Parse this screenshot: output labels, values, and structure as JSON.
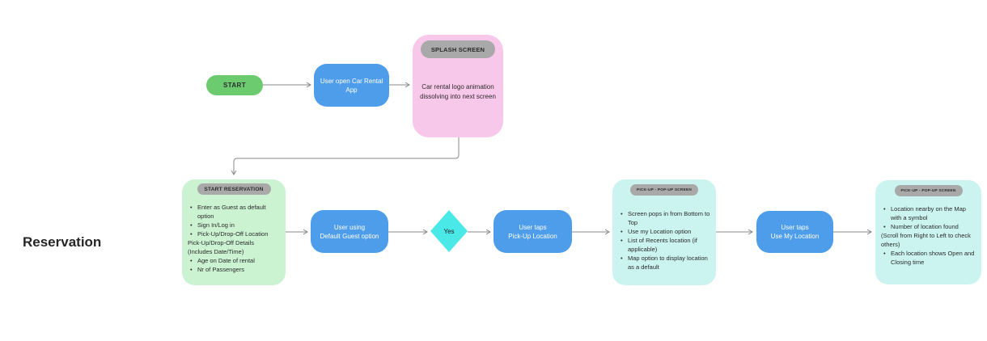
{
  "section_label": "Reservation",
  "colors": {
    "bg": "#ffffff",
    "ink": "#2d2d2d",
    "blue": "#4d9dea",
    "green": "#6ccb6f",
    "pink": "#f8c8ea",
    "lightgreen": "#cbf2d1",
    "cyan": "#cbf4f0",
    "diamond": "#4ae9e8",
    "pillgray": "#a9a9a9",
    "line": "#8a8a8a"
  },
  "flow_row1": {
    "start": {
      "label": "START"
    },
    "open_app": {
      "label": "User open Car Rental\nApp"
    },
    "splash": {
      "title": "SPLASH SCREEN",
      "body": "Car rental logo animation\ndissolving into next screen"
    }
  },
  "flow_row2": {
    "start_reservation": {
      "title": "START RESERVATION",
      "items": [
        {
          "bullet": true,
          "text": "Enter as Guest as default option"
        },
        {
          "bullet": true,
          "text": "Sign In/Log in"
        },
        {
          "bullet": true,
          "text": "Pick-Up/Drop-Off Location"
        },
        {
          "bullet": false,
          "text": "Pick-Up/Drop-Off Details (Includes Date/Time)"
        },
        {
          "bullet": true,
          "text": "Age on Date of rental"
        },
        {
          "bullet": true,
          "text": "Nr of Passengers"
        }
      ]
    },
    "guest_option": {
      "label": "User using\nDefault Guest option"
    },
    "decision": {
      "label": "Yes"
    },
    "pickup_location": {
      "label": "User taps\nPick-Up Location"
    },
    "pickup_popup_1": {
      "title": "PICK-UP - POP-UP SCREEN",
      "items": [
        {
          "bullet": true,
          "text": "Screen pops in from Bottom to Top"
        },
        {
          "bullet": true,
          "text": "Use my Location option"
        },
        {
          "bullet": true,
          "text": "List of Recents location (if applicable)"
        },
        {
          "bullet": true,
          "text": "Map option to display location as a default"
        }
      ]
    },
    "use_my_location": {
      "label": "User taps\nUse My Location"
    },
    "pickup_popup_2": {
      "title": "PICK-UP - POP-UP SCREEN",
      "items": [
        {
          "bullet": true,
          "text": "Location nearby on the Map with a symbol"
        },
        {
          "bullet": true,
          "text": "Number of location found"
        },
        {
          "bullet": false,
          "text": "(Scroll from Right to Left to check others)"
        },
        {
          "bullet": true,
          "text": "Each location shows Open and Closing time"
        }
      ]
    }
  }
}
